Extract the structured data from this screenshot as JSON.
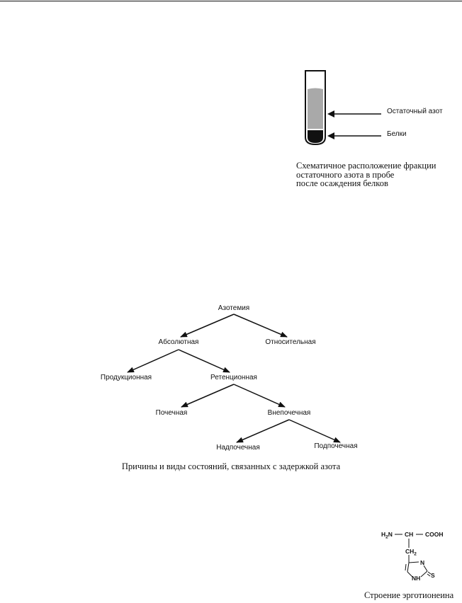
{
  "page": {
    "fig1": {
      "label_nitrogen": "Остаточный азот",
      "label_proteins": "Белки",
      "caption_lines": [
        "Схематичное расположение фракции",
        "остаточного азота в пробе",
        "после осаждения белков"
      ]
    },
    "fig2": {
      "nodes": {
        "root": "Азотемия",
        "absolute": "Абсолютная",
        "relative": "Относительная",
        "production": "Продукционная",
        "retention": "Ретенционная",
        "renal": "Почечная",
        "extrarenal": "Внепочечная",
        "suprarenal": "Надпочечная",
        "subrenal": "Подпочечная"
      },
      "caption": "Причины и виды состояний, связанных с задержкой азота"
    },
    "fig3": {
      "h2n": "H",
      "h2n_sub": "2",
      "h2n_n": "N",
      "ch": "CH",
      "cooh": "COOH",
      "ch2": "CH",
      "ch2_sub": "2",
      "n": "N",
      "nh": "NH",
      "s": "S",
      "caption": "Строение эрготионеина"
    }
  }
}
